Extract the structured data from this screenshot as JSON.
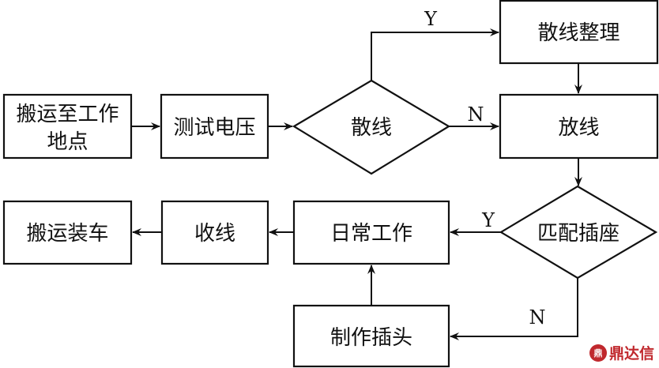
{
  "nodes": {
    "transport_to_site": "搬运至工作地点",
    "transport_to_site_line1": "搬运至工作",
    "transport_to_site_line2": "地点",
    "test_voltage": "测试电压",
    "loose_wire_decision": "散线",
    "tidy_loose_wire": "散线整理",
    "lay_out_wire": "放线",
    "match_socket_decision": "匹配插座",
    "daily_work": "日常工作",
    "make_plug": "制作插头",
    "retract_wire": "收线",
    "transport_load": "搬运装车"
  },
  "edge_labels": {
    "loose_yes": "Y",
    "loose_no": "N",
    "match_yes": "Y",
    "match_no": "N"
  },
  "edges": [
    {
      "from": "transport_to_site",
      "to": "test_voltage"
    },
    {
      "from": "test_voltage",
      "to": "loose_wire_decision"
    },
    {
      "from": "loose_wire_decision",
      "to": "tidy_loose_wire",
      "label": "Y"
    },
    {
      "from": "loose_wire_decision",
      "to": "lay_out_wire",
      "label": "N"
    },
    {
      "from": "tidy_loose_wire",
      "to": "lay_out_wire"
    },
    {
      "from": "lay_out_wire",
      "to": "match_socket_decision"
    },
    {
      "from": "match_socket_decision",
      "to": "daily_work",
      "label": "Y"
    },
    {
      "from": "match_socket_decision",
      "to": "make_plug",
      "label": "N"
    },
    {
      "from": "make_plug",
      "to": "daily_work"
    },
    {
      "from": "daily_work",
      "to": "retract_wire"
    },
    {
      "from": "retract_wire",
      "to": "transport_load"
    }
  ],
  "watermark": {
    "text": "鼎达信",
    "logo_glyph": "鼎",
    "color": "#c0282d"
  }
}
